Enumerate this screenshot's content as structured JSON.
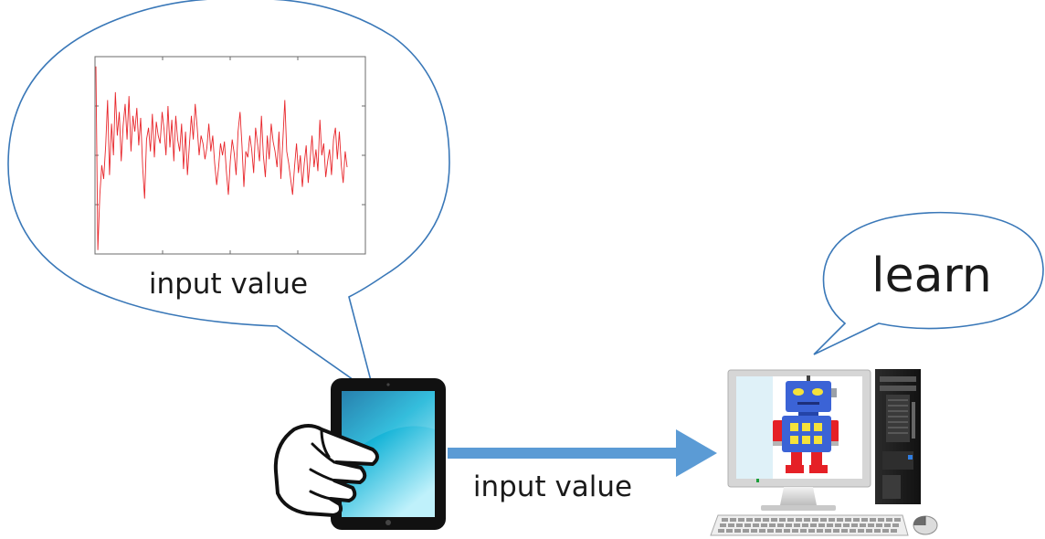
{
  "bubble_left": {
    "caption": "input value",
    "chart_data": {
      "type": "line",
      "title": "",
      "xlabel": "",
      "ylabel": "",
      "grid": false,
      "legend": "none",
      "line_color": "#e8262b",
      "ylim": [
        0,
        1
      ],
      "x_ticks": 4,
      "y_ticks": 4,
      "series": [
        {
          "values": [
            0.95,
            0.02,
            0.3,
            0.45,
            0.38,
            0.55,
            0.78,
            0.4,
            0.66,
            0.5,
            0.82,
            0.6,
            0.72,
            0.47,
            0.65,
            0.76,
            0.58,
            0.8,
            0.52,
            0.7,
            0.62,
            0.74,
            0.55,
            0.69,
            0.44,
            0.28,
            0.58,
            0.64,
            0.52,
            0.71,
            0.49,
            0.67,
            0.6,
            0.56,
            0.72,
            0.63,
            0.5,
            0.75,
            0.54,
            0.68,
            0.47,
            0.7,
            0.58,
            0.52,
            0.66,
            0.43,
            0.62,
            0.4,
            0.55,
            0.7,
            0.58,
            0.76,
            0.64,
            0.5,
            0.6,
            0.56,
            0.48,
            0.54,
            0.66,
            0.52,
            0.6,
            0.46,
            0.35,
            0.44,
            0.56,
            0.5,
            0.57,
            0.42,
            0.3,
            0.47,
            0.58,
            0.51,
            0.4,
            0.62,
            0.72,
            0.55,
            0.34,
            0.52,
            0.49,
            0.6,
            0.53,
            0.41,
            0.64,
            0.56,
            0.47,
            0.7,
            0.5,
            0.39,
            0.6,
            0.48,
            0.66,
            0.57,
            0.52,
            0.44,
            0.62,
            0.38,
            0.58,
            0.78,
            0.52,
            0.46,
            0.38,
            0.3,
            0.44,
            0.56,
            0.41,
            0.5,
            0.34,
            0.46,
            0.55,
            0.36,
            0.48,
            0.6,
            0.44,
            0.53,
            0.42,
            0.68,
            0.5,
            0.56,
            0.39,
            0.47,
            0.53,
            0.4,
            0.58,
            0.64,
            0.48,
            0.62,
            0.45,
            0.36,
            0.52,
            0.44
          ]
        }
      ]
    }
  },
  "bubble_right": {
    "text": "learn"
  },
  "arrow": {
    "label": "input value",
    "color": "#5b9bd5"
  },
  "colors": {
    "bubble_stroke": "#3a78b8",
    "tablet_body": "#111111"
  },
  "icons": [
    "tablet-icon",
    "pointing-hand-icon",
    "desktop-computer-icon",
    "robot-icon",
    "keyboard-icon",
    "mouse-icon"
  ]
}
